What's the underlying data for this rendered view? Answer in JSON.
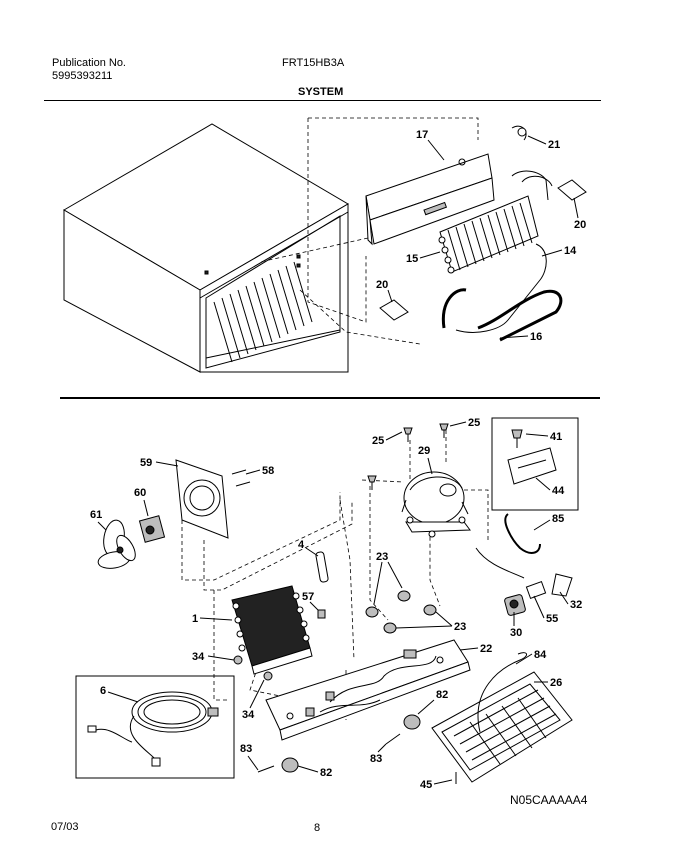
{
  "header": {
    "publication_label": "Publication No.",
    "publication_number": "5995393211",
    "model": "FRT15HB3A",
    "section_title": "SYSTEM"
  },
  "footer": {
    "date": "07/03",
    "page_number": "8",
    "image_code": "N05CAAAAA4"
  },
  "callouts": {
    "c17": "17",
    "c21": "21",
    "c20a": "20",
    "c15": "15",
    "c14": "14",
    "c20b": "20",
    "c16": "16",
    "c25a": "25",
    "c25b": "25",
    "c29": "29",
    "c41": "41",
    "c44": "44",
    "c59": "59",
    "c58": "58",
    "c60": "60",
    "c61": "61",
    "c4": "4",
    "c85": "85",
    "c23a": "23",
    "c57": "57",
    "c1": "1",
    "c23b": "23",
    "c32": "32",
    "c55": "55",
    "c30": "30",
    "c34a": "34",
    "c22": "22",
    "c84": "84",
    "c26": "26",
    "c6": "6",
    "c34b": "34",
    "c82a": "82",
    "c83a": "83",
    "c83b": "83",
    "c82b": "82",
    "c45": "45"
  }
}
